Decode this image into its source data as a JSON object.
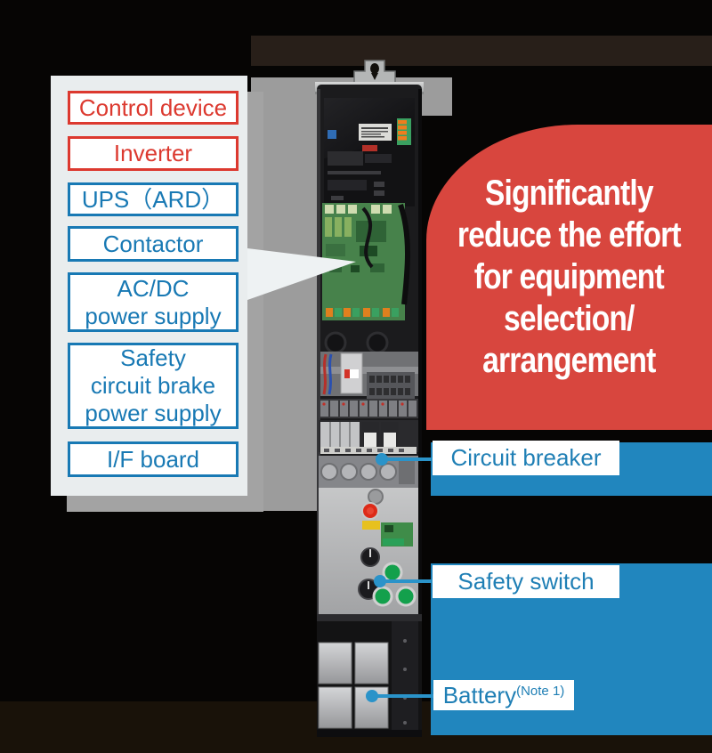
{
  "panel": {
    "items": [
      {
        "label": "Control device",
        "color": "red"
      },
      {
        "label": "Inverter",
        "color": "red"
      },
      {
        "label": "UPS（ARD）",
        "color": "blue"
      },
      {
        "label": "Contactor",
        "color": "blue"
      },
      {
        "label": "AC/DC\npower supply",
        "color": "blue"
      },
      {
        "label": "Safety\ncircuit brake\npower supply",
        "color": "blue"
      },
      {
        "label": "I/F board",
        "color": "blue"
      }
    ]
  },
  "badge": {
    "lines": [
      "Significantly",
      "reduce the effort",
      "for equipment",
      "selection/",
      "arrangement"
    ]
  },
  "callouts": [
    {
      "label": "Circuit breaker"
    },
    {
      "label": "Safety switch"
    },
    {
      "label": "Battery",
      "note": "(Note 1)"
    }
  ],
  "colors": {
    "accent_red": "#dc392f",
    "accent_blue": "#1879b4",
    "band_blue": "#2186be",
    "badge_red": "#d8463e",
    "leader_blue": "#2a93c9",
    "panel_bg": "#e9edee",
    "backdrop_gray": "#9c9c9c"
  }
}
